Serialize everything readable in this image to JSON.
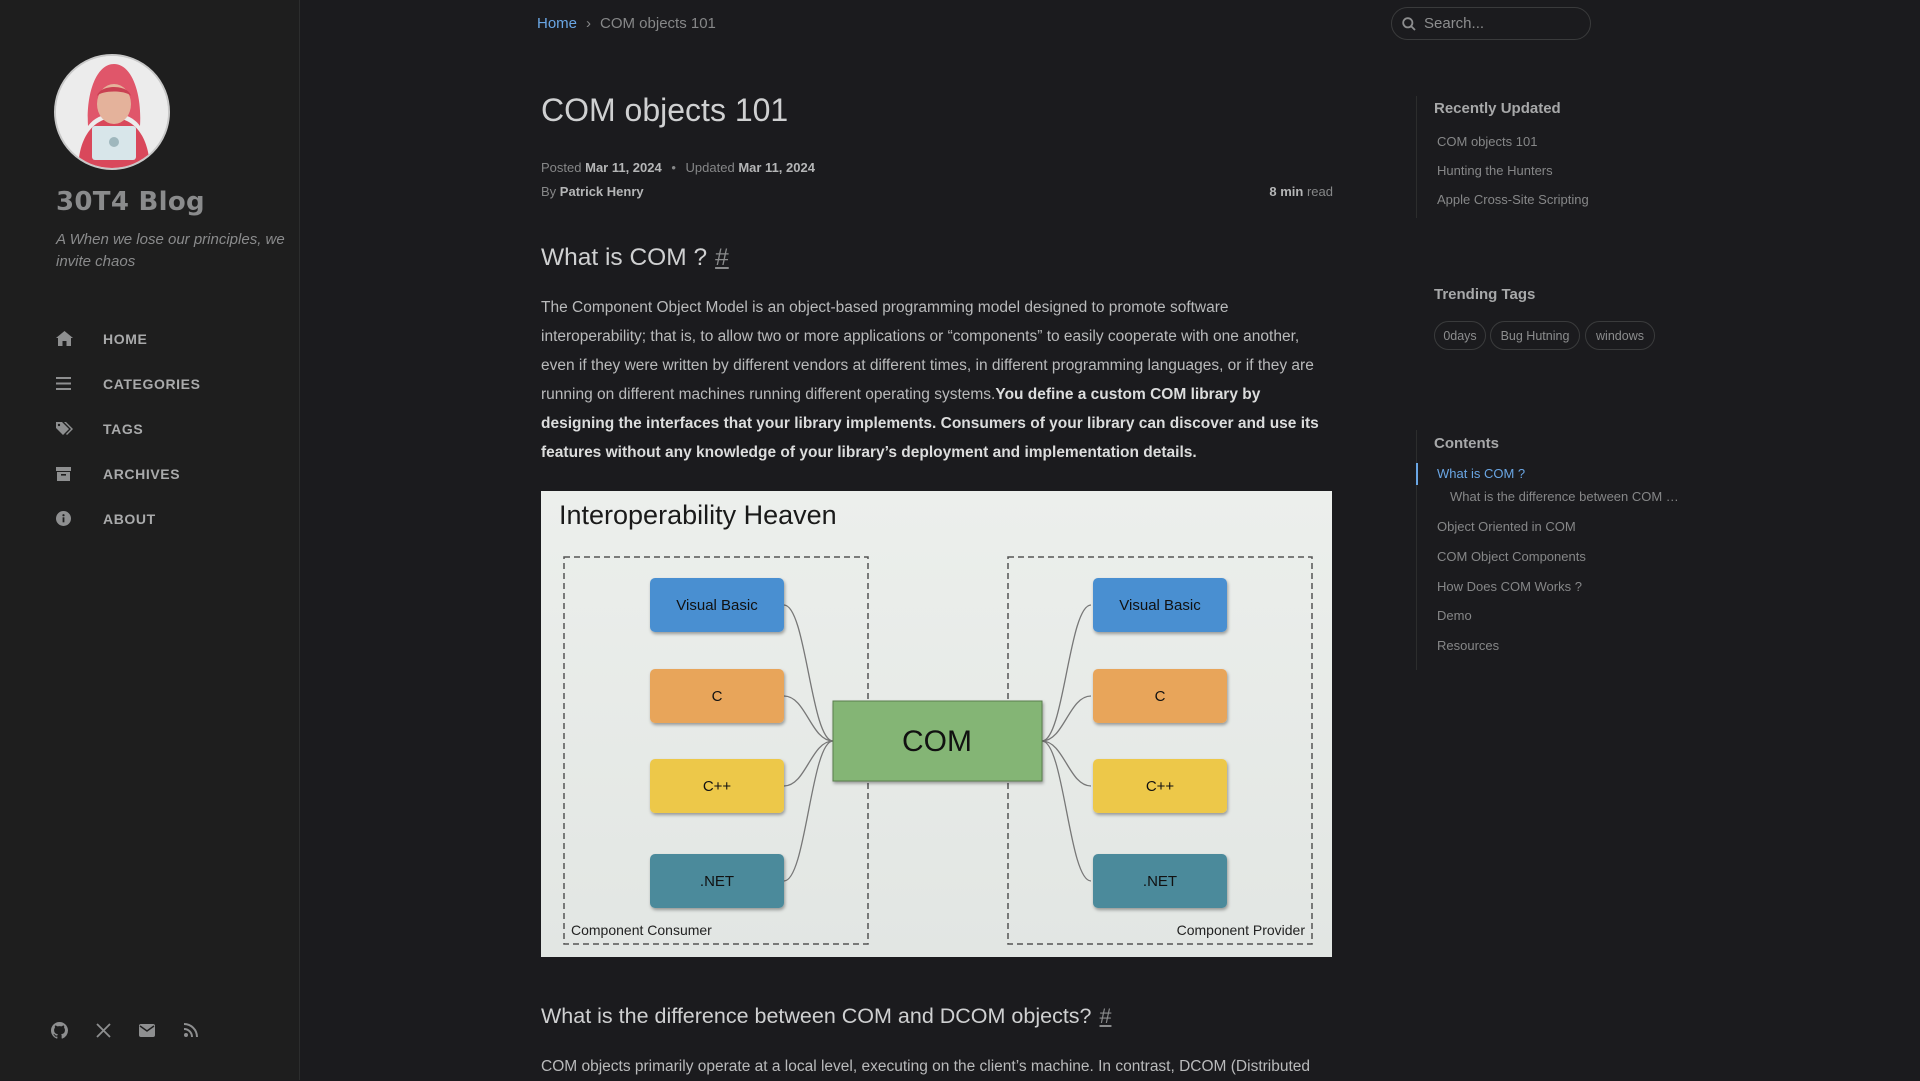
{
  "sidebar": {
    "site_title": "30T4 Blog",
    "site_subtitle": "A When we lose our principles, we invite chaos",
    "nav": [
      {
        "label": "HOME",
        "icon": "home-icon"
      },
      {
        "label": "CATEGORIES",
        "icon": "list-icon"
      },
      {
        "label": "TAGS",
        "icon": "tags-icon"
      },
      {
        "label": "ARCHIVES",
        "icon": "archive-icon"
      },
      {
        "label": "ABOUT",
        "icon": "info-icon"
      }
    ],
    "social": [
      "github-icon",
      "x-twitter-icon",
      "email-icon",
      "rss-icon"
    ]
  },
  "topbar": {
    "breadcrumb_home": "Home",
    "breadcrumb_sep": "›",
    "breadcrumb_current": "COM objects 101",
    "search_placeholder": "Search..."
  },
  "post": {
    "title": "COM objects 101",
    "posted_label": "Posted",
    "posted_date": "Mar 11, 2024",
    "updated_label": "Updated",
    "updated_date": "Mar 11, 2024",
    "by_label": "By",
    "author": "Patrick Henry",
    "read_minutes": "8 min",
    "read_label": "read",
    "h2_1": "What is COM ?",
    "anchor": "#",
    "para1_plain": "The Component Object Model is an object-based programming model designed to promote software interoperability; that is, to allow two or more applications or “components” to easily cooperate with one another, even if they were written by different vendors at different times, in different programming languages, or if they are running on different machines running different operating systems.",
    "para1_bold": "You define a custom COM library by designing the interfaces that your library implements. Consumers of your library can discover and use its features without any knowledge of your library’s deployment and implementation details.",
    "figure": {
      "title": "Interoperability Heaven",
      "left_label": "Component Consumer",
      "right_label": "Component Provider",
      "center": "COM",
      "boxes": [
        "Visual Basic",
        "C",
        "C++",
        ".NET"
      ],
      "colors": {
        "vb": "#4a8fd1",
        "c": "#e8a55a",
        "cpp": "#edc84a",
        "net": "#4b8a9b",
        "com": "#84b574"
      }
    },
    "h2_2": "What is the difference between COM and DCOM objects?",
    "para2": "COM objects primarily operate at a local level, executing on the client’s machine. In contrast, DCOM (Distributed"
  },
  "right": {
    "recently_updated_title": "Recently Updated",
    "recently_updated": [
      "COM objects 101",
      "Hunting the Hunters",
      "Apple Cross-Site Scripting"
    ],
    "trending_title": "Trending Tags",
    "tags": [
      "0days",
      "Bug Hutning",
      "windows"
    ],
    "contents_title": "Contents",
    "toc": [
      "What is COM ?",
      "What is the difference between COM …",
      "Object Oriented in COM",
      "COM Object Components",
      "How Does COM Works ?",
      "Demo",
      "Resources"
    ]
  },
  "colors": {
    "accent": "#6aa6e4",
    "background": "#1b1b1e",
    "sidebar": "#1e1e1e"
  }
}
